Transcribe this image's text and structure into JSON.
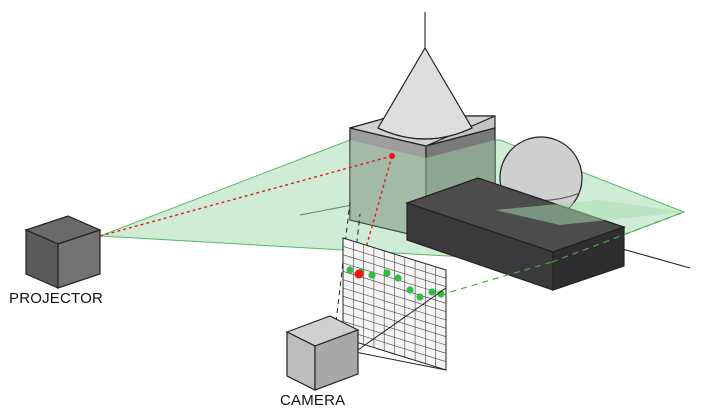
{
  "labels": {
    "projector": "PROJECTOR",
    "camera": "CAMERA"
  },
  "colors": {
    "light_plane_fill": "#a8dcb0",
    "light_plane_stroke": "#55b865",
    "ray": "#e02020",
    "camera_hit_point": "#ff1010",
    "stripe_dots": "#33bb44",
    "stripe_dash": "#44aa44",
    "object_gray": "#bdbdbd",
    "object_dark": "#555555",
    "outline": "#222222"
  },
  "objects": [
    "cone",
    "box",
    "sphere",
    "slab",
    "projector-cube",
    "camera-cube",
    "image-grid"
  ]
}
